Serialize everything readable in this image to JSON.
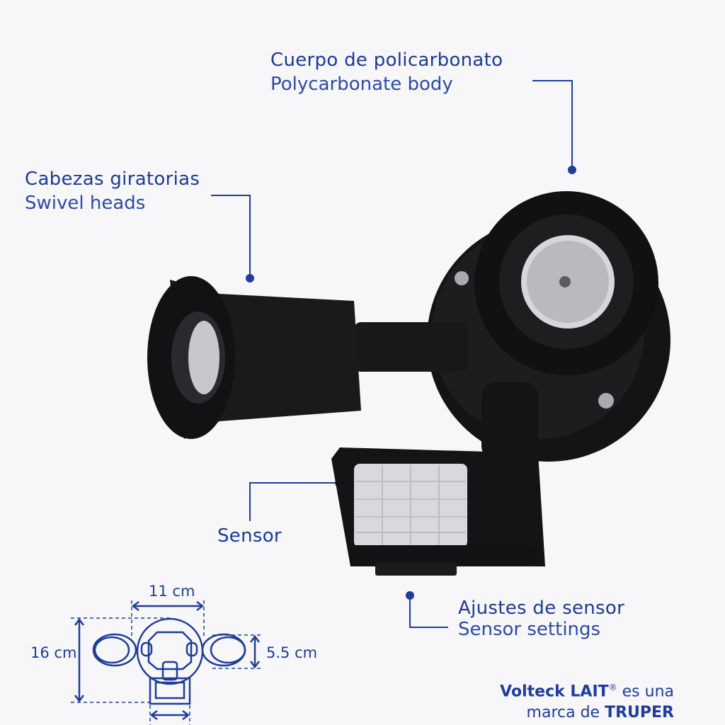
{
  "callouts": {
    "body": {
      "es": "Cuerpo de policarbonato",
      "en": "Polycarbonate body"
    },
    "heads": {
      "es": "Cabezas giratorias",
      "en": "Swivel heads"
    },
    "sensor": {
      "es": "Sensor"
    },
    "settings": {
      "es": "Ajustes de sensor",
      "en": "Sensor settings"
    }
  },
  "dimensions": {
    "width": "11 cm",
    "height": "16 cm",
    "head": "5.5 cm"
  },
  "brand": {
    "name": "Volteck LAIT",
    "reg": "®",
    "text1": "es una",
    "text2": "marca de",
    "company": "TRUPER"
  },
  "colors": {
    "accent": "#1f3d99",
    "product": "#1a1a1c"
  }
}
